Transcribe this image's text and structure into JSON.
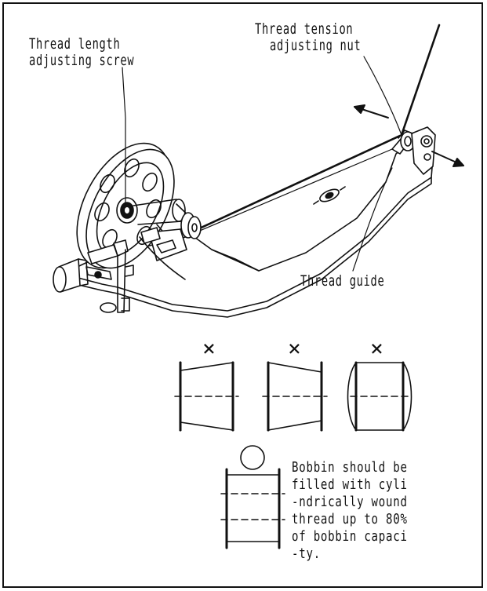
{
  "labels": {
    "thread_length": [
      "Thread length",
      "adjusting screw"
    ],
    "thread_tension": [
      "Thread tension",
      "adjusting nut"
    ],
    "thread_guide": "Thread guide"
  },
  "bobbins": {
    "bad_marks": [
      "×",
      "×",
      "×"
    ],
    "good_mark": "○"
  },
  "note": [
    "Bobbin should be",
    "filled with cyli",
    "-ndrically wound",
    "thread up to 80%",
    "of bobbin capaci",
    "-ty."
  ]
}
